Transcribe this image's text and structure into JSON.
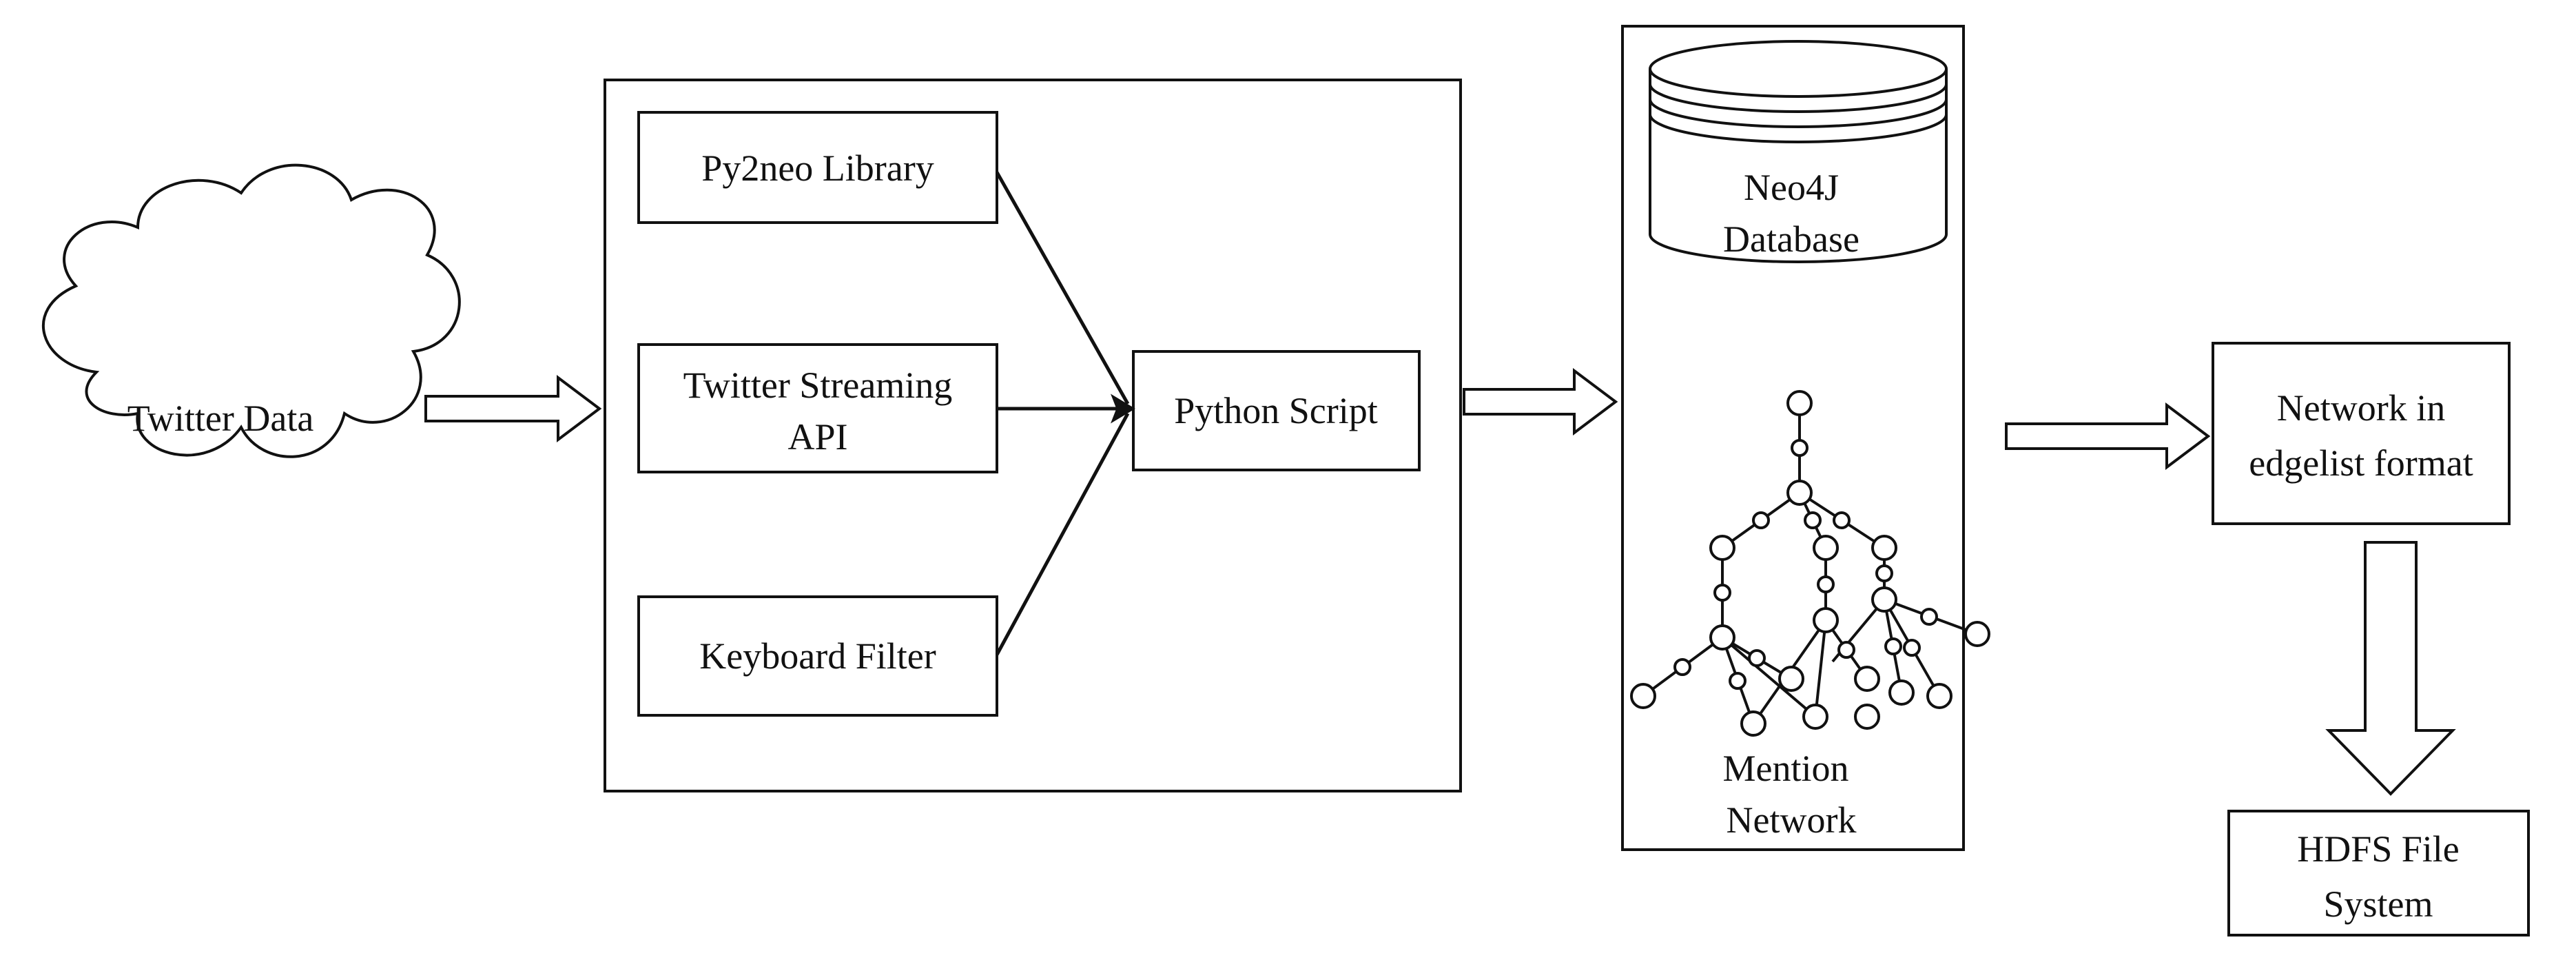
{
  "source": {
    "label": "Twitter Data"
  },
  "processing": {
    "library": "Py2neo Library",
    "streaming_api": [
      "Twitter Streaming",
      "API"
    ],
    "filter": "Keyboard Filter",
    "script": "Python Script"
  },
  "storage": {
    "database": [
      "Neo4J",
      "Database"
    ],
    "network": [
      "Mention",
      "Network"
    ]
  },
  "output": {
    "edgelist": [
      "Network in",
      "edgelist format"
    ],
    "hdfs": [
      "HDFS File",
      "System"
    ]
  }
}
